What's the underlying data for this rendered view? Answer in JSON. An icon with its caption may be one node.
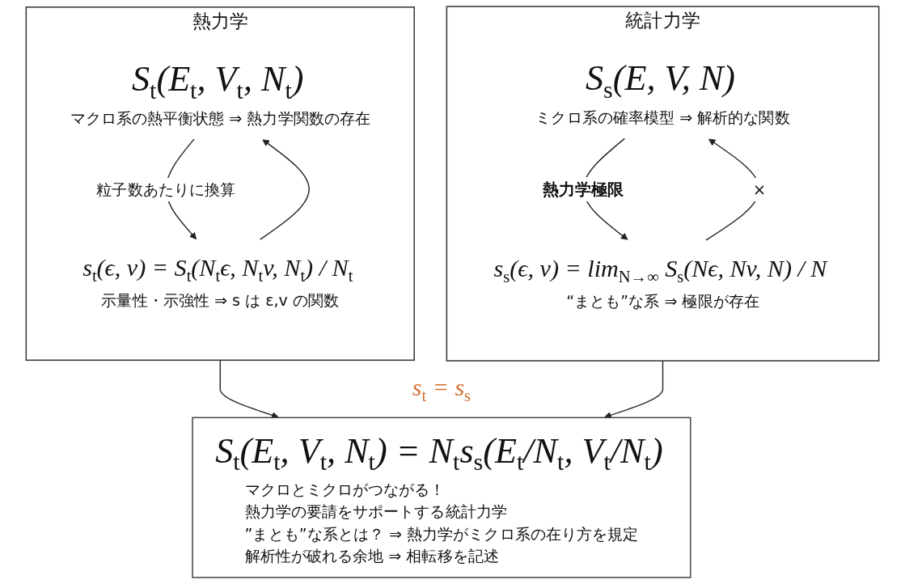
{
  "diagram": {
    "nodes": [
      {
        "text": [
          "熱力学"
        ]
      },
      {
        "text": [
          "S$_{t}$(E$_{t}$, V$_{t}$, N$_{t}$)",
          "マクロ系の熱平衡状態 ⇒ 熱力学関数の存在"
        ],
        "in": 0
      },
      {
        "text": [
          "s$_{t}$(ϵ, v) = S$_{t}$(N$_{t}$ϵ, N$_{t}$v, N$_{t}$) / N$_{t}$",
          "示量性・示強性 ⇒ s は ε,v の関数"
        ],
        "in": 0
      },
      {
        "text": [
          "統計力学"
        ]
      },
      {
        "text": [
          "S$_{s}$(E, V, N)",
          "ミクロ系の確率模型 ⇒ 解析的な関数"
        ],
        "in": 3
      },
      {
        "text": [
          "s$_{s}$(ϵ, v) = lim$_{N→∞}$ S$_{s}$(Nϵ, Nv, N) / N",
          "“まとも”な系 ⇒ 極限が存在"
        ],
        "in": 3
      },
      {
        "text": [
          "S$_{t}$(E$_{t}$, V$_{t}$, N$_{t}$) = N$_{t}$s$_{s}$(E$_{t}$/N$_{t}$, V$_{t}$/N$_{t}$)",
          "マクロとミクロがつながる！",
          "熱力学の要請をサポートする統計力学",
          "”まとも”な系とは？ ⇒ 熱力学がミクロ系の在り方を規定",
          "解析性が破れる余地 ⇒ 相転移を記述"
        ]
      }
    ],
    "edges": [
      {
        "from": 2,
        "to": 1,
        "arrow": "to"
      },
      {
        "from": 1,
        "to": 2,
        "arrow": "to",
        "label": "粒子数あたりに換算"
      },
      {
        "from": 5,
        "to": 4,
        "arrow": "to",
        "label": "×"
      },
      {
        "from": 4,
        "to": 5,
        "arrow": "to",
        "label": "熱力学極限"
      },
      {
        "from": 0,
        "to": 6,
        "arrow": "to"
      },
      {
        "from": 3,
        "to": 6,
        "arrow": "to"
      }
    ],
    "labels": [
      "s$_{t}$ = s$_{s}$"
    ]
  }
}
